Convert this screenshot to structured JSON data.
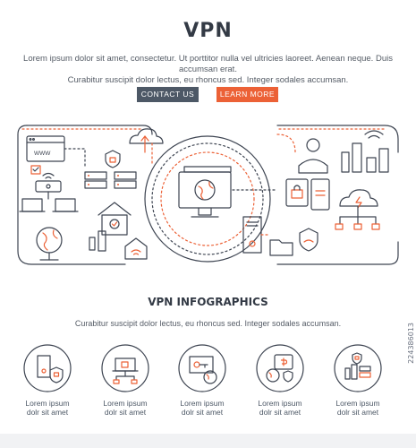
{
  "header": {
    "title": "VPN",
    "intro_line1": "Lorem ipsum dolor sit amet, consectetur. Ut porttitor nulla vel ultricies laoreet. Aenean neque. Duis accumsan erat.",
    "intro_line2": "Curabitur suscipit dolor lectus, eu rhoncus sed. Integer sodales accumsan."
  },
  "buttons": {
    "contact_label": "CONTACT US",
    "learn_label": "LEARN MORE"
  },
  "hero": {
    "url_text": "WWW"
  },
  "infographics": {
    "title": "VPN INFOGRAPHICS",
    "text": "Curabitur suscipit dolor lectus, eu rhoncus sed. Integer sodales accumsan.",
    "items": [
      {
        "label_line1": "Lorem ipsum",
        "label_line2": "dolr sit amet",
        "icon": "server-shield-icon"
      },
      {
        "label_line1": "Lorem ipsum",
        "label_line2": "dolr sit amet",
        "icon": "laptop-network-icon"
      },
      {
        "label_line1": "Lorem ipsum",
        "label_line2": "dolr sit amet",
        "icon": "monitor-key-icon"
      },
      {
        "label_line1": "Lorem ipsum",
        "label_line2": "dolr sit amet",
        "icon": "wallet-globe-icon"
      },
      {
        "label_line1": "Lorem ipsum",
        "label_line2": "dolr sit amet",
        "icon": "city-server-icon"
      }
    ]
  },
  "watermark": {
    "text": "224386013"
  },
  "colors": {
    "accent": "#ec6136",
    "dark": "#4d5866",
    "line": "#3d4451"
  }
}
